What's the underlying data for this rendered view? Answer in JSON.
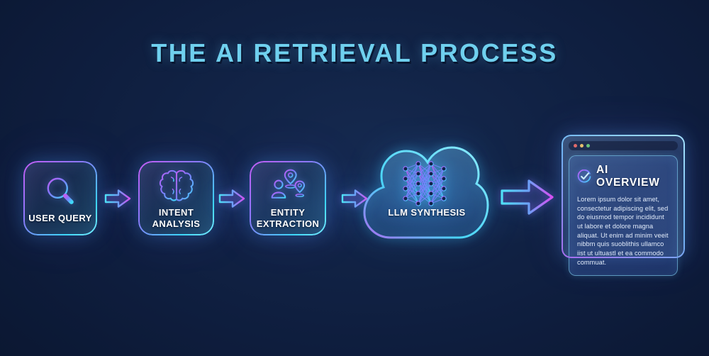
{
  "title": "THE AI RETRIEVAL PROCESS",
  "steps": [
    {
      "label": "USER QUERY",
      "icon": "magnifier-icon"
    },
    {
      "label": "INTENT ANALYSIS",
      "icon": "brain-icon"
    },
    {
      "label": "ENTITY EXTRACTION",
      "icon": "entities-icon"
    },
    {
      "label": "LLM SYNTHESIS",
      "icon": "neural-network-icon"
    }
  ],
  "result_panel": {
    "heading": "AI OVERVIEW",
    "icon": "check-circle-icon",
    "body": "Lorem ipsum dolor sit amet, consectetur adipiscing elit, sed do eiusmod tempor incididunt ut labore et dolore magna aliquat. Ut enim ad minim veeit nibbm quis suoblithis ullamco iist ut ultuastl et ea commodo commuat.",
    "window_dots": [
      "#e06a6a",
      "#e6c06c",
      "#67c37a"
    ]
  },
  "colors": {
    "background": "#0e1d3d",
    "title": "#6fd0ee",
    "accent_purple": "#b44df0",
    "accent_cyan": "#3fd9f8",
    "label_text": "#ffffff",
    "body_text": "#e2ecfb"
  }
}
